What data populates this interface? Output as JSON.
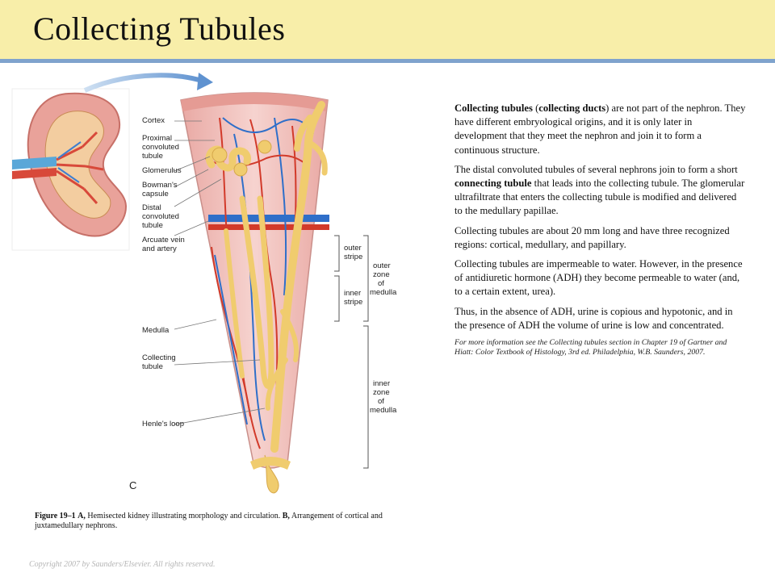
{
  "slide": {
    "title": "Collecting Tubules"
  },
  "figure": {
    "labels": {
      "cortex": "Cortex",
      "proximal_1": "Proximal",
      "proximal_2": "convoluted",
      "proximal_3": "tubule",
      "glomerulus": "Glomerulus",
      "bowmans_1": "Bowman's",
      "bowmans_2": "capsule",
      "distal_1": "Distal",
      "distal_2": "convoluted",
      "distal_3": "tubule",
      "arcuate_1": "Arcuate vein",
      "arcuate_2": "and artery",
      "medulla": "Medulla",
      "collecting_1": "Collecting",
      "collecting_2": "tubule",
      "henle": "Henle's loop",
      "outer_stripe_1": "outer",
      "outer_stripe_2": "stripe",
      "outer_zone_1": "outer",
      "outer_zone_2": "zone",
      "outer_zone_3": "of",
      "outer_zone_4": "medulla",
      "inner_stripe_1": "inner",
      "inner_stripe_2": "stripe",
      "inner_zone_1": "inner",
      "inner_zone_2": "zone",
      "inner_zone_3": "of",
      "inner_zone_4": "medulla",
      "panel": "C"
    },
    "caption": {
      "label": "Figure 19–1",
      "part_a_label": "A,",
      "part_a_text": "Hemisected kidney illustrating morphology and circulation.",
      "part_b_label": "B,",
      "part_b_text": "Arrangement of cortical and juxtamedullary nephrons."
    }
  },
  "body_text": {
    "p1_term": "Collecting tubules",
    "p1_open": " (",
    "p1_term2": "collecting ducts",
    "p1_rest": ") are not part of the nephron. They have different embryological origins, and it is only later in development that they meet the nephron and join it to form a continuous structure.",
    "p2_start": "The distal convoluted tubules of several nephrons join to form a short ",
    "p2_term": "connecting tubule",
    "p2_rest": " that leads into the collecting tubule. The glomerular ultrafiltrate that enters the collecting tubule is modified and delivered to the medullary papillae.",
    "p3": "Collecting tubules are about 20 mm long and have three recognized regions: cortical, medullary, and papillary.",
    "p4": "Collecting tubules are impermeable to water. However, in the presence of antidiuretic hormone (ADH) they become permeable to water (and, to a certain extent, urea).",
    "p5": "Thus, in the absence of ADH, urine is copious and hypotonic, and in the presence of ADH the volume of urine is low and concentrated.",
    "reference": "For more information see the Collecting tubules section in Chapter 19 of Gartner and Hiatt: Color Textbook of Histology, 3rd ed. Philadelphia, W.B. Saunders, 2007."
  },
  "footer": {
    "copyright": "Copyright 2007 by Saunders/Elsevier. All rights reserved."
  },
  "colors": {
    "title_bg": "#f8eea9",
    "title_rule": "#7fa3cd",
    "tissue": "#f1c4c0",
    "tubule": "#f0cc6e",
    "artery": "#d23a2a",
    "vein": "#2f6fc9"
  }
}
